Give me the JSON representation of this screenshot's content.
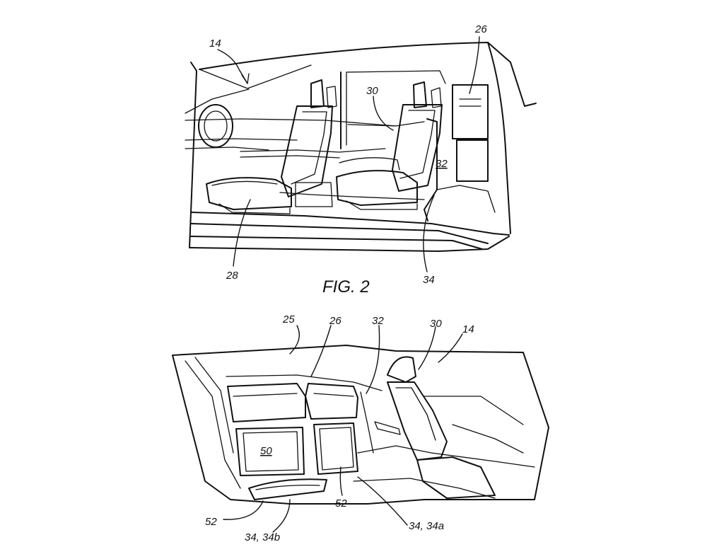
{
  "figure": {
    "caption": "FIG. 2",
    "top_labels": [
      {
        "id": "14",
        "text": "14"
      },
      {
        "id": "26",
        "text": "26"
      },
      {
        "id": "30",
        "text": "30"
      },
      {
        "id": "32",
        "text": "32"
      },
      {
        "id": "28",
        "text": "28"
      },
      {
        "id": "34",
        "text": "34"
      }
    ],
    "bottom_labels": [
      {
        "id": "25",
        "text": "25"
      },
      {
        "id": "26b",
        "text": "26"
      },
      {
        "id": "32b",
        "text": "32"
      },
      {
        "id": "30b",
        "text": "30"
      },
      {
        "id": "14b",
        "text": "14"
      },
      {
        "id": "50",
        "text": "50"
      },
      {
        "id": "52a",
        "text": "52"
      },
      {
        "id": "52b",
        "text": "52"
      },
      {
        "id": "34a",
        "text": "34, 34a"
      },
      {
        "id": "34b",
        "text": "34, 34b"
      }
    ]
  }
}
